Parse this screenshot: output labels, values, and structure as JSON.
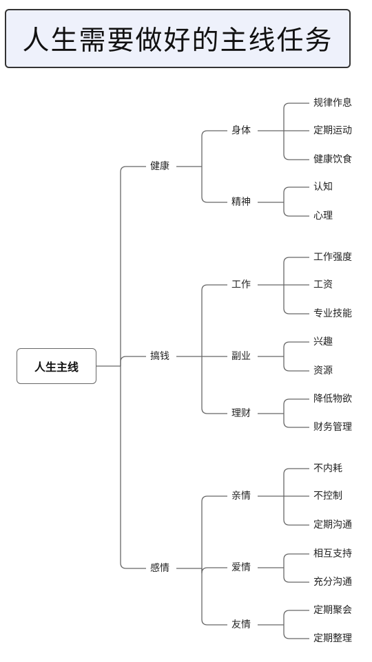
{
  "title": "人生需要做好的主线任务",
  "root": {
    "label": "人生主线",
    "children": [
      {
        "label": "健康",
        "children": [
          {
            "label": "身体",
            "children": [
              {
                "label": "规律作息"
              },
              {
                "label": "定期运动"
              },
              {
                "label": "健康饮食"
              }
            ]
          },
          {
            "label": "精神",
            "children": [
              {
                "label": "认知"
              },
              {
                "label": "心理"
              }
            ]
          }
        ]
      },
      {
        "label": "搞钱",
        "children": [
          {
            "label": "工作",
            "children": [
              {
                "label": "工作强度"
              },
              {
                "label": "工资"
              },
              {
                "label": "专业技能"
              }
            ]
          },
          {
            "label": "副业",
            "children": [
              {
                "label": "兴趣"
              },
              {
                "label": "资源"
              }
            ]
          },
          {
            "label": "理财",
            "children": [
              {
                "label": "降低物欲"
              },
              {
                "label": "财务管理"
              }
            ]
          }
        ]
      },
      {
        "label": "感情",
        "children": [
          {
            "label": "亲情",
            "children": [
              {
                "label": "不内耗"
              },
              {
                "label": "不控制"
              },
              {
                "label": "定期沟通"
              }
            ]
          },
          {
            "label": "爱情",
            "children": [
              {
                "label": "相互支持"
              },
              {
                "label": "充分沟通"
              }
            ]
          },
          {
            "label": "友情",
            "children": [
              {
                "label": "定期聚会"
              },
              {
                "label": "定期整理"
              }
            ]
          }
        ]
      }
    ]
  }
}
